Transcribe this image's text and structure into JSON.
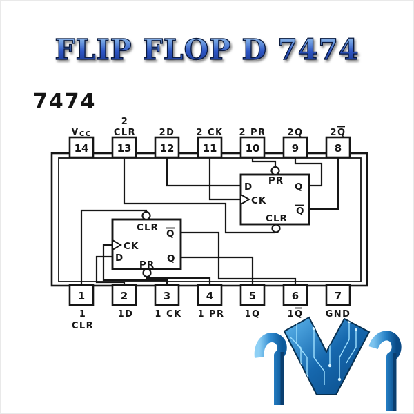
{
  "title": "FLIP FLOP D 7474",
  "part_number": "7474",
  "ic": {
    "top_pins": [
      {
        "number": "14",
        "label_main": "V",
        "label_sub": "CC"
      },
      {
        "number": "13",
        "label_line1": "2",
        "label_line2": "CLR"
      },
      {
        "number": "12",
        "label": "2D"
      },
      {
        "number": "11",
        "label": "2 CK"
      },
      {
        "number": "10",
        "label": "2 PR"
      },
      {
        "number": "9",
        "label": "2Q"
      },
      {
        "number": "8",
        "label": "2Q",
        "overline": "yes"
      }
    ],
    "bottom_pins": [
      {
        "number": "1",
        "label_line1": "1",
        "label_line2": "CLR"
      },
      {
        "number": "2",
        "label": "1D"
      },
      {
        "number": "3",
        "label": "1 CK"
      },
      {
        "number": "4",
        "label": "1 PR"
      },
      {
        "number": "5",
        "label": "1Q"
      },
      {
        "number": "6",
        "label": "1Q",
        "overline": "yes"
      },
      {
        "number": "7",
        "label": "GND"
      }
    ],
    "flip_flop_1": {
      "clr": "CLR",
      "qbar": "Q",
      "ck": "CK",
      "d": "D",
      "q": "Q",
      "pr": "PR"
    },
    "flip_flop_2": {
      "pr": "PR",
      "d": "D",
      "q": "Q",
      "ck": "CK",
      "qbar": "Q",
      "clr": "CLR"
    }
  },
  "colors": {
    "title_blue": "#2d55c4",
    "title_outline": "#0d1b3d",
    "diagram_ink": "#161616",
    "logo_blue": "#1d78c0",
    "logo_dark": "#0a3f70",
    "circuit_light": "#9fe0ff"
  }
}
